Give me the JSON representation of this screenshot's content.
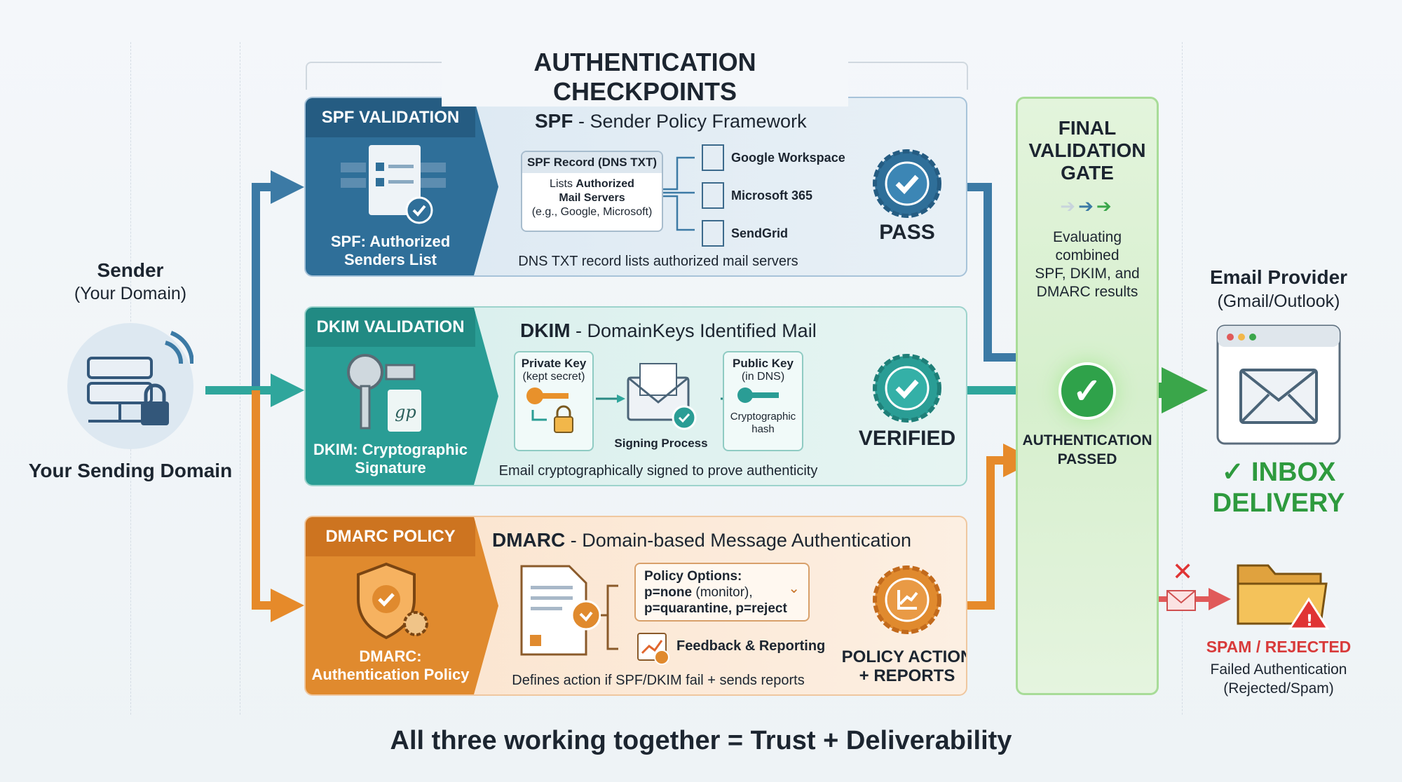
{
  "title": "AUTHENTICATION CHECKPOINTS",
  "sender": {
    "heading": "Sender",
    "subheading": "(Your Domain)",
    "label": "Your Sending Domain"
  },
  "spf": {
    "band_label": "SPF VALIDATION",
    "band_caption_1": "SPF: Authorized",
    "band_caption_2": "Senders List",
    "title_abbr": "SPF",
    "title_rest": " - Sender Policy Framework",
    "record_header": "SPF Record (DNS TXT)",
    "record_line1_pre": "Lists ",
    "record_line1_bold": "Authorized",
    "record_line2": "Mail Servers",
    "record_line3": "(e.g., Google, Microsoft)",
    "servers": [
      "Google Workspace",
      "Microsoft 365",
      "SendGrid"
    ],
    "caption": "DNS TXT record lists authorized mail servers",
    "result": "PASS",
    "color": "#2f6f99"
  },
  "dkim": {
    "band_label": "DKIM VALIDATION",
    "band_caption_1": "DKIM: Cryptographic",
    "band_caption_2": "Signature",
    "title_abbr": "DKIM",
    "title_rest": " - DomainKeys Identified Mail",
    "private_title": "Private Key",
    "private_sub": "(kept secret)",
    "signing": "Signing Process",
    "public_title": "Public Key",
    "public_sub": "(in DNS)",
    "public_note_1": "Cryptographic",
    "public_note_2": "hash",
    "caption": "Email cryptographically signed to prove authenticity",
    "result": "VERIFIED",
    "color": "#2a9d95"
  },
  "dmarc": {
    "band_label": "DMARC POLICY",
    "band_caption_1": "DMARC:",
    "band_caption_2": "Authentication Policy",
    "title_abbr": "DMARC",
    "title_rest": " - Domain-based Message Authentication",
    "policy_header": "Policy Options:",
    "policy_line1_bold": "p=none",
    "policy_line1_rest": " (monitor),",
    "policy_line2": "p=quarantine, p=reject",
    "feedback": "Feedback & Reporting",
    "caption": "Defines action if SPF/DKIM fail + sends reports",
    "result_1": "POLICY ACTION",
    "result_2": "+ REPORTS",
    "color": "#e08a2e"
  },
  "gate": {
    "title_1": "FINAL",
    "title_2": "VALIDATION",
    "title_3": "GATE",
    "desc_1": "Evaluating",
    "desc_2": "combined",
    "desc_3": "SPF, DKIM, and",
    "desc_4": "DMARC results",
    "result_1": "AUTHENTICATION",
    "result_2": "PASSED"
  },
  "provider": {
    "heading": "Email Provider",
    "subheading": "(Gmail/Outlook)",
    "inbox_1": "✓ INBOX",
    "inbox_2": "DELIVERY"
  },
  "spam": {
    "heading": "SPAM / REJECTED",
    "line1": "Failed Authentication",
    "line2": "(Rejected/Spam)"
  },
  "footer": "All three working together = Trust + Deliverability"
}
